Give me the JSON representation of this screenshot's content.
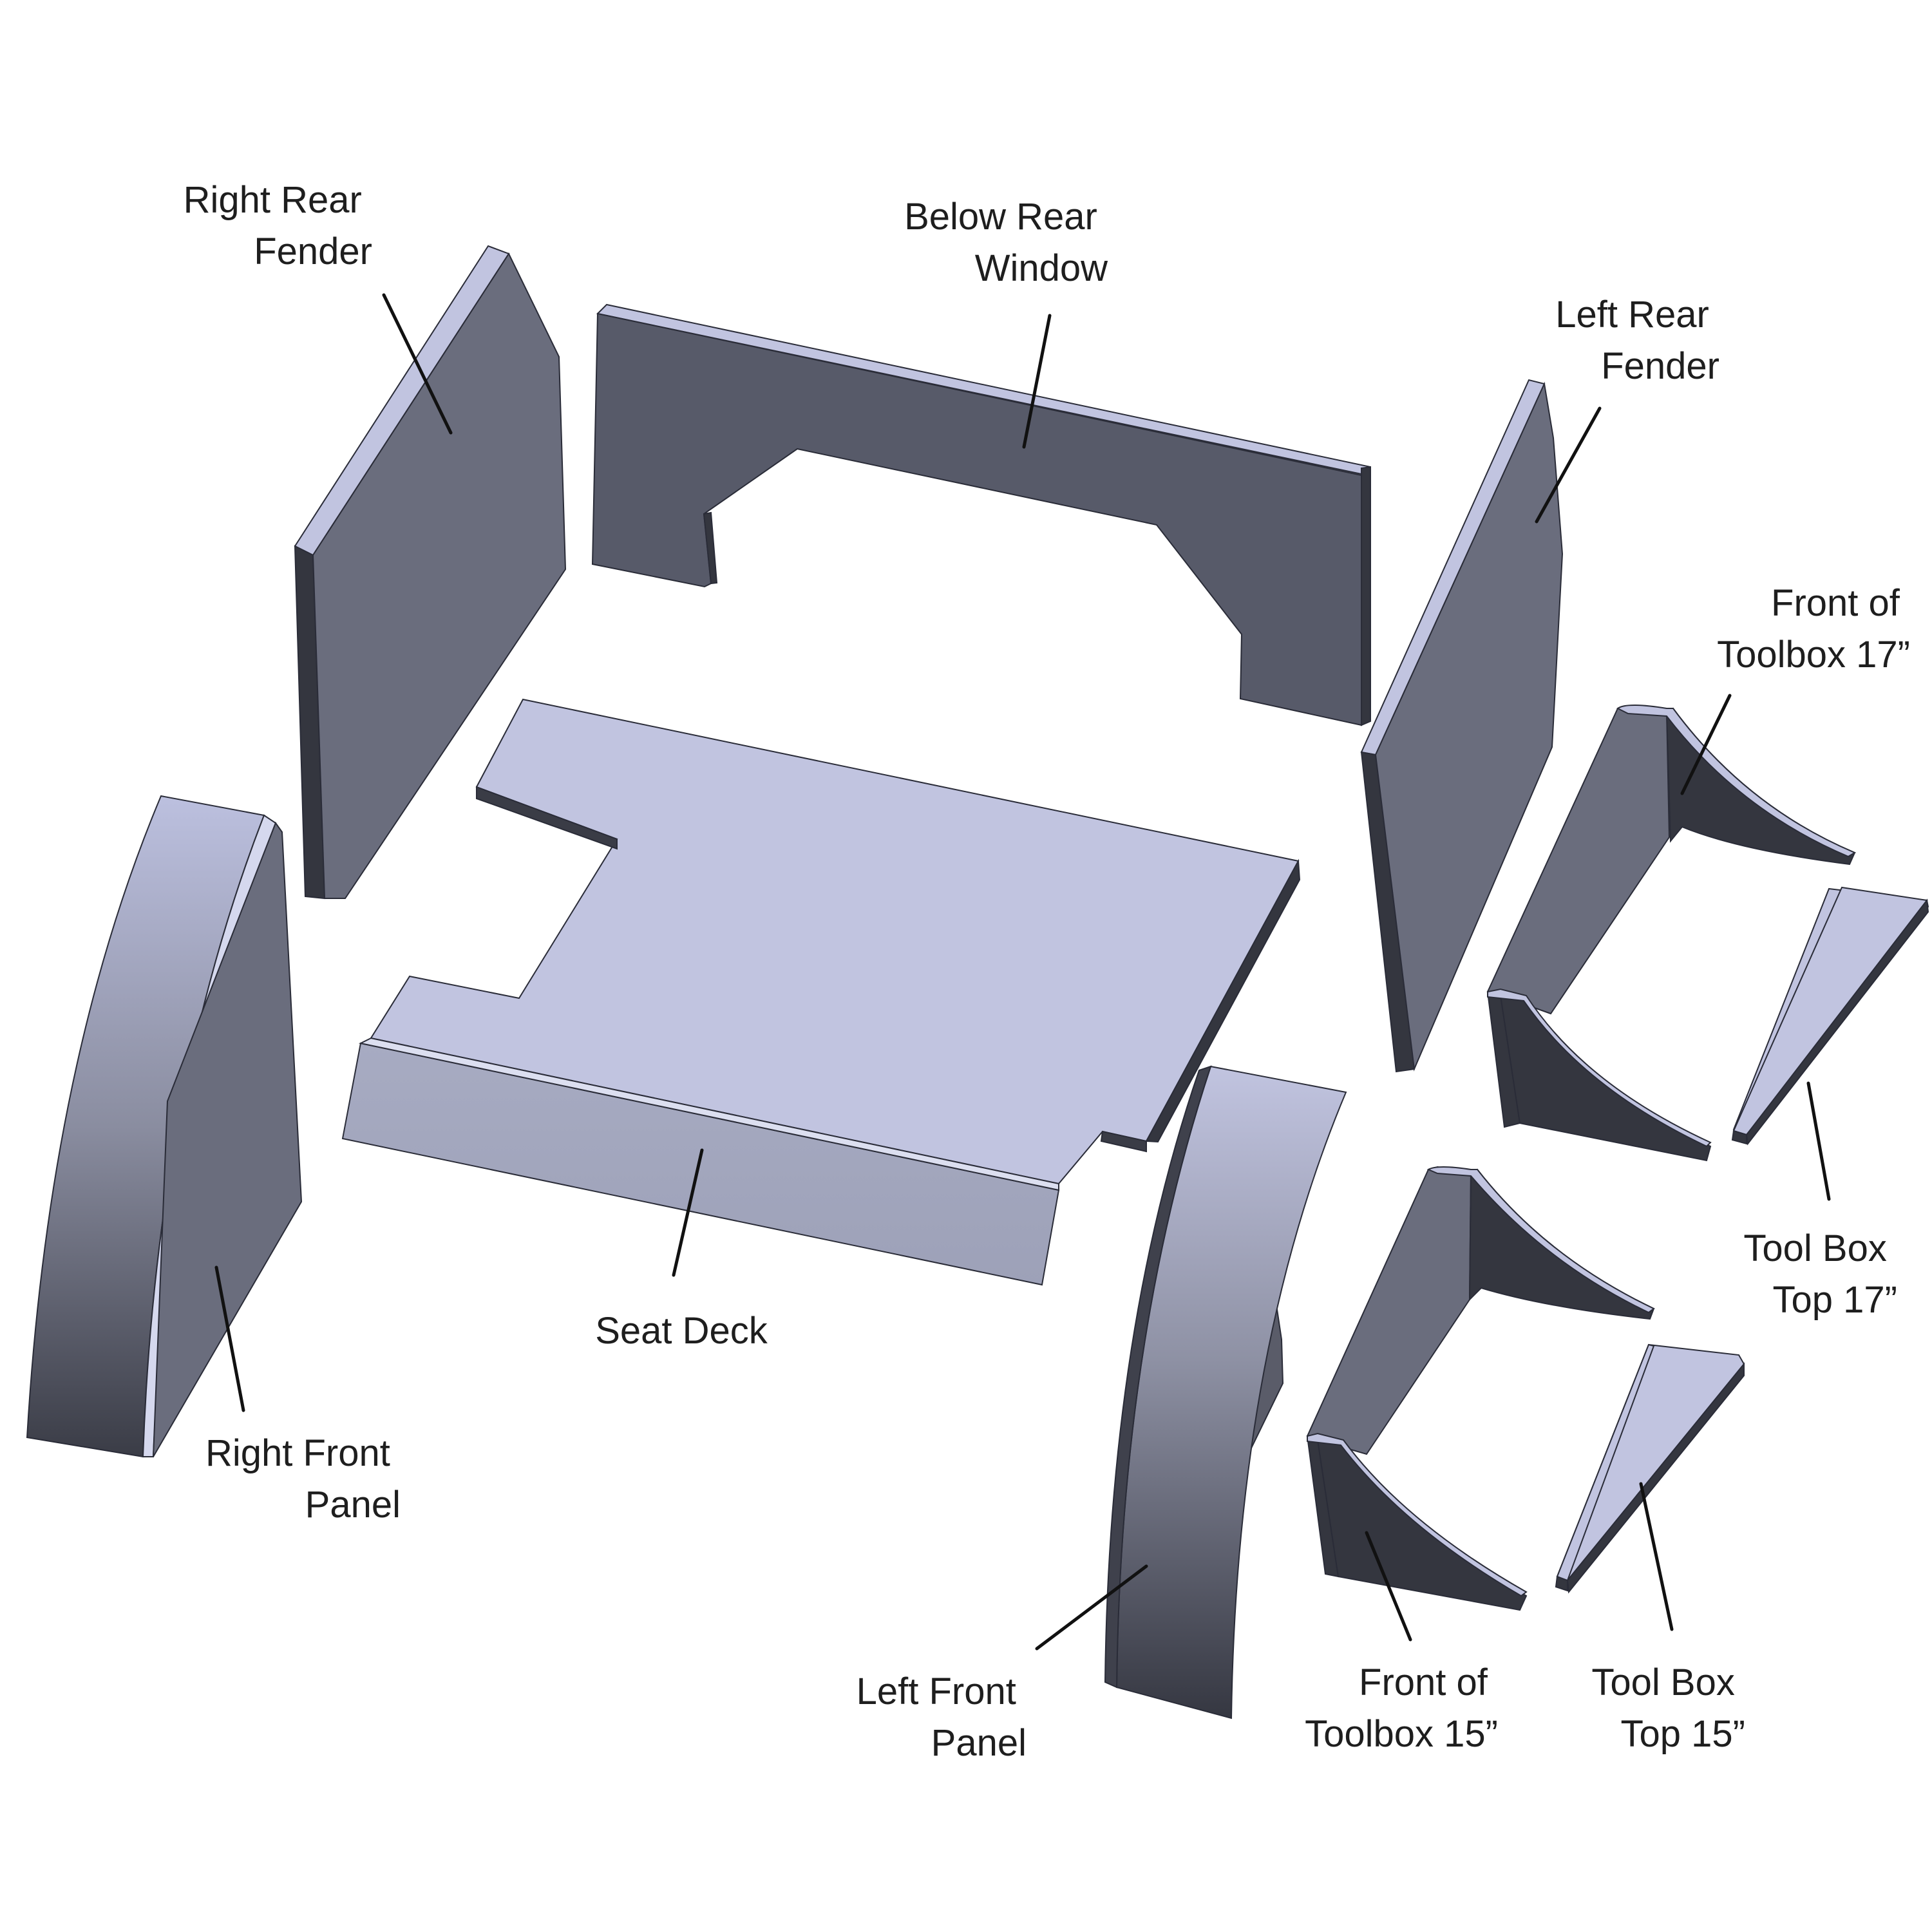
{
  "parts": [
    {
      "id": "right-rear-fender",
      "label_lines": [
        "Right Rear",
        "Fender"
      ]
    },
    {
      "id": "below-rear-window",
      "label_lines": [
        "Below Rear",
        "Window"
      ]
    },
    {
      "id": "left-rear-fender",
      "label_lines": [
        "Left Rear",
        "Fender"
      ]
    },
    {
      "id": "front-of-toolbox-17",
      "label_lines": [
        "Front of",
        "Toolbox 17”"
      ]
    },
    {
      "id": "tool-box-top-17",
      "label_lines": [
        "Tool Box",
        "Top 17”"
      ]
    },
    {
      "id": "seat-deck",
      "label_lines": [
        "Seat Deck"
      ]
    },
    {
      "id": "right-front-panel",
      "label_lines": [
        "Right Front",
        "Panel"
      ]
    },
    {
      "id": "left-front-panel",
      "label_lines": [
        "Left Front",
        "Panel"
      ]
    },
    {
      "id": "front-of-toolbox-15",
      "label_lines": [
        "Front of",
        "Toolbox 15”"
      ]
    },
    {
      "id": "tool-box-top-15",
      "label_lines": [
        "Tool Box",
        "Top 15”"
      ]
    }
  ],
  "colors": {
    "panel_light": "#c1c4e0",
    "panel_mid": "#6a6d7d",
    "panel_dark": "#34363f",
    "panel_shadow": "#5a5c69",
    "label_text": "#1e1e1e",
    "leader_line": "#111111"
  }
}
